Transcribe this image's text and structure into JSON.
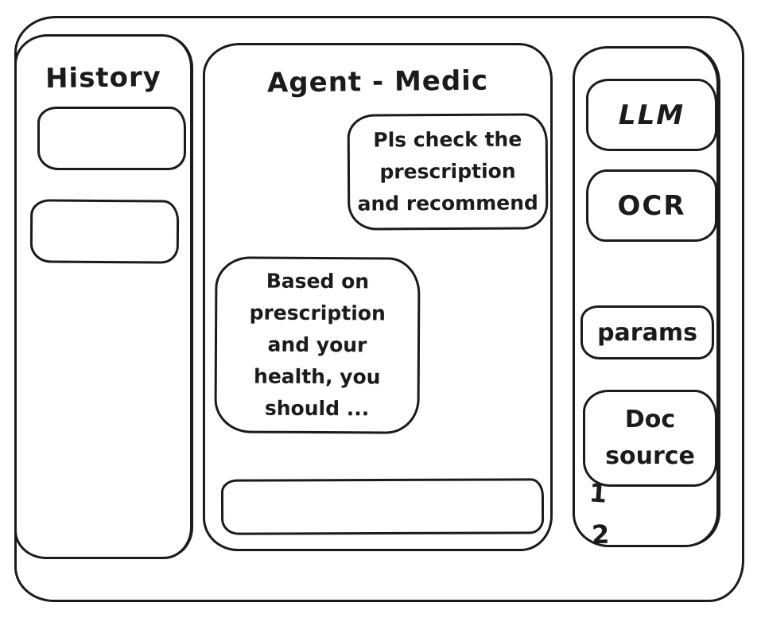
{
  "colors": {
    "stroke": "#1b1b1b",
    "background": "#ffffff"
  },
  "sidebar_left": {
    "title": "History",
    "items": [
      {
        "label": ""
      },
      {
        "label": ""
      }
    ]
  },
  "main": {
    "title": "Agent - Medic",
    "messages": [
      {
        "role": "user",
        "text": "Pls check the prescription and recommend",
        "lines": [
          "Pls check the",
          "prescription",
          "and recommend"
        ]
      },
      {
        "role": "agent",
        "text": "Based on prescription and your health, you should ...",
        "lines": [
          "Based on",
          "prescription",
          "and your",
          "health, you",
          "should ..."
        ]
      }
    ],
    "input": {
      "value": "",
      "placeholder": ""
    }
  },
  "sidebar_right": {
    "buttons": [
      {
        "label": "LLM"
      },
      {
        "label": "OCR"
      },
      {
        "label": "params"
      },
      {
        "label": "Doc source",
        "lines": [
          "Doc",
          "source"
        ]
      }
    ],
    "annotations": [
      "1",
      "2"
    ]
  }
}
